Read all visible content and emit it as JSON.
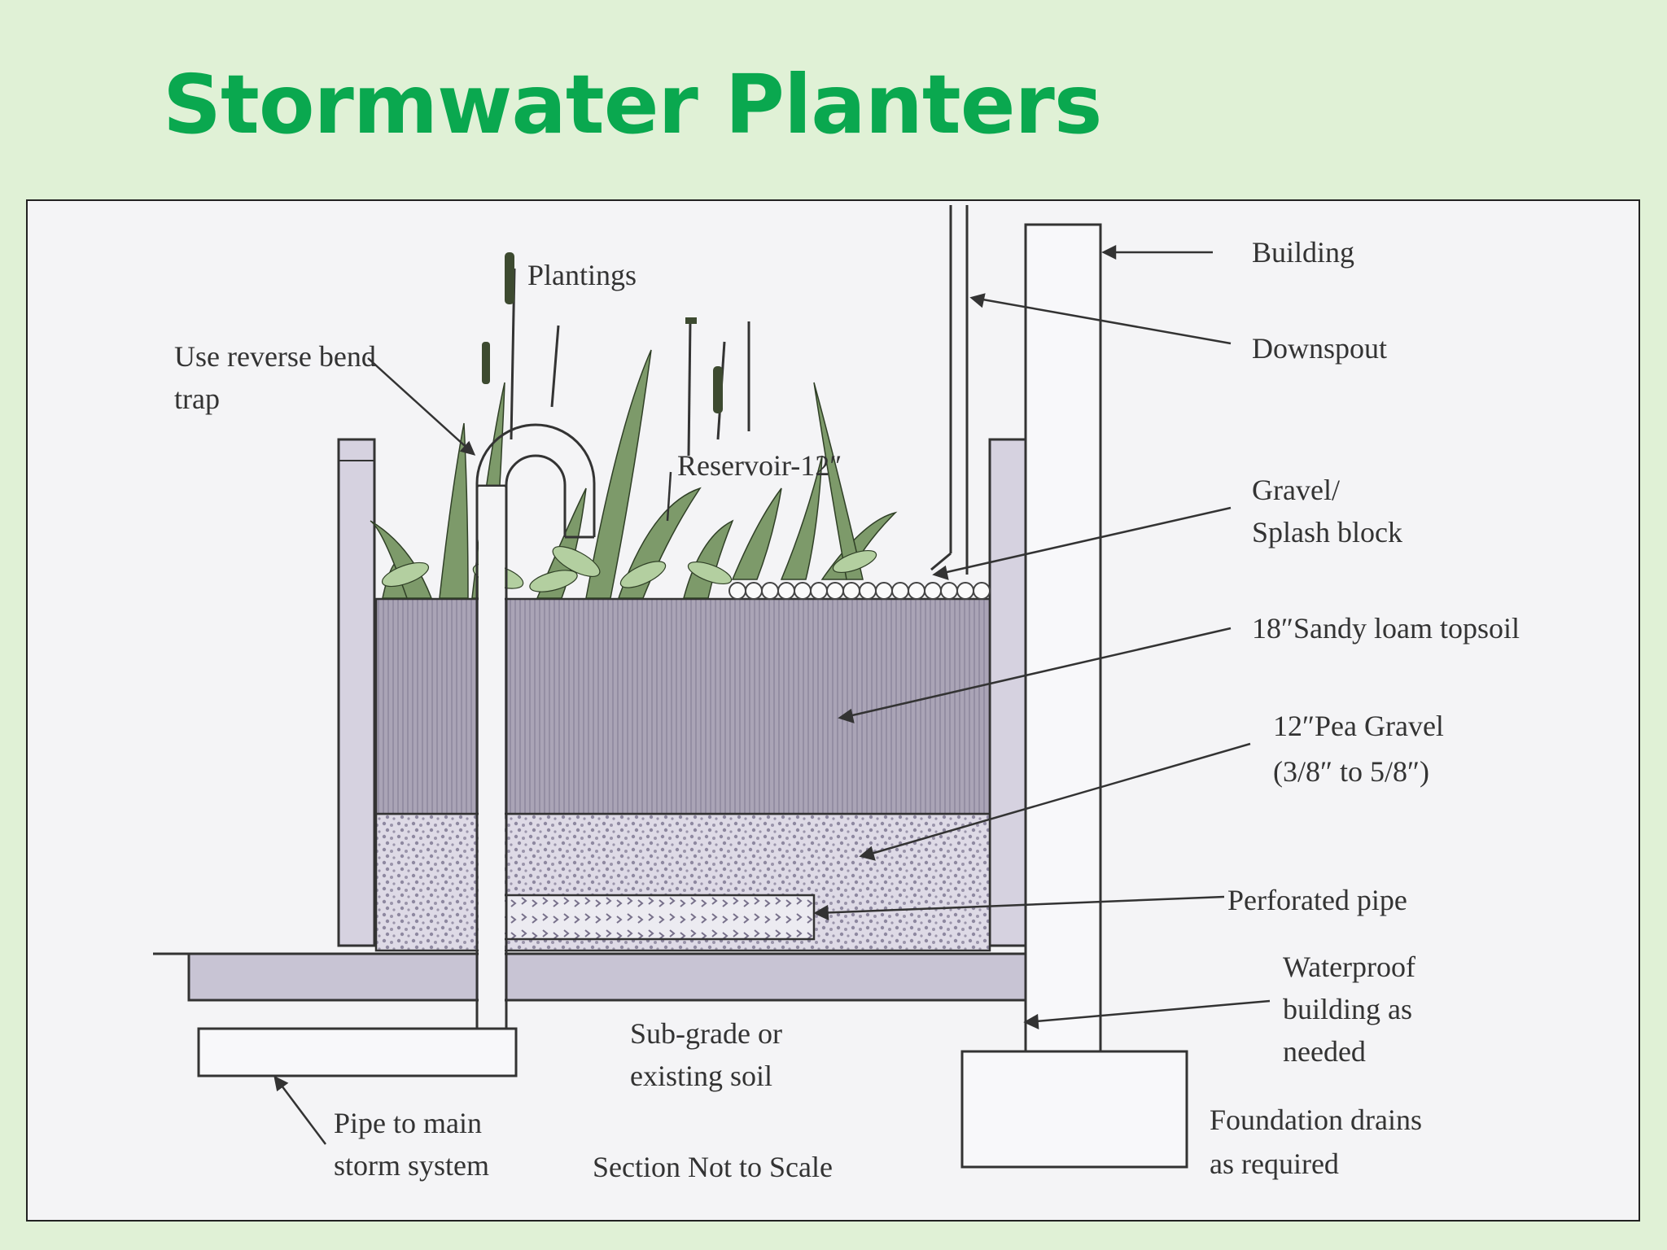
{
  "slide": {
    "title": "Stormwater Planters"
  },
  "colors": {
    "title": "#0aa84f",
    "background": "#e0f1d6",
    "topsoil": "#a8a2b4",
    "gravel": "#dad6e2",
    "wall": "#d6d2e0",
    "line": "#333333"
  },
  "labels": {
    "building": "Building",
    "downspout": "Downspout",
    "gravel_1": "Gravel/",
    "gravel_2": "Splash block",
    "topsoil": "18″Sandy loam topsoil",
    "pea_gravel_1": "12″Pea Gravel",
    "pea_gravel_2": "(3/8″ to 5/8″)",
    "perforated_pipe": "Perforated pipe",
    "waterproof_1": "Waterproof",
    "waterproof_2": "building as",
    "waterproof_3": "needed",
    "foundation_1": "Foundation drains",
    "foundation_2": "as required",
    "plantings": "Plantings",
    "reverse_bend_1": "Use reverse bend",
    "reverse_bend_2": "trap",
    "reservoir": "Reservoir-12″",
    "subgrade_1": "Sub-grade or",
    "subgrade_2": "existing soil",
    "pipe_main_1": "Pipe to main",
    "pipe_main_2": "storm system",
    "scale_note": "Section Not to Scale"
  }
}
